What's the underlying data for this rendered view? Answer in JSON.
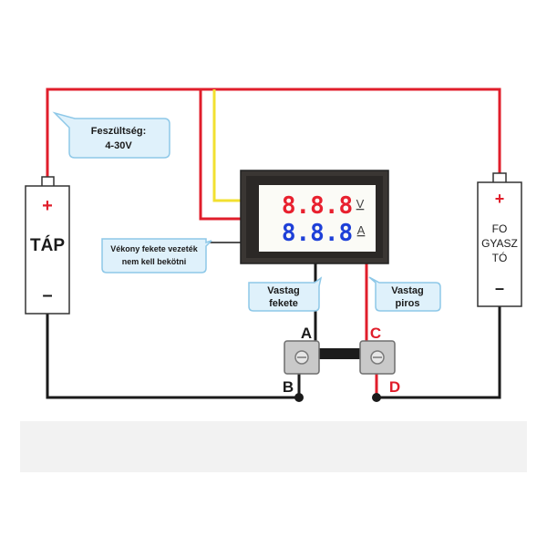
{
  "callouts": {
    "voltage_line1": "Feszültség:",
    "voltage_line2": "4-30V",
    "thin_line1": "Vékony fekete vezeték",
    "thin_line2": "nem kell bekötni",
    "thick_black_line1": "Vastag",
    "thick_black_line2": "fekete",
    "thick_red_line1": "Vastag",
    "thick_red_line2": "piros"
  },
  "supply": {
    "plus": "+",
    "label": "TÁP",
    "minus": "–"
  },
  "consumer": {
    "plus": "+",
    "label_line1": "FO",
    "label_line2": "GYASZ",
    "label_line3": "TÓ",
    "minus": "–"
  },
  "meter": {
    "top_reading": "8.8.8",
    "top_unit": "V",
    "bottom_reading": "8.8.8",
    "bottom_unit": "A"
  },
  "points": {
    "a": "A",
    "b": "B",
    "c": "C",
    "d": "D"
  },
  "colors": {
    "red_wire": "#e01e2b",
    "yellow_wire": "#f2e030",
    "black_wire": "#1a1a1a",
    "callout_fill": "#dff1fb",
    "callout_stroke": "#8ec8e8",
    "voltage_digits": "#e8202e",
    "current_digits": "#1e40d8"
  }
}
